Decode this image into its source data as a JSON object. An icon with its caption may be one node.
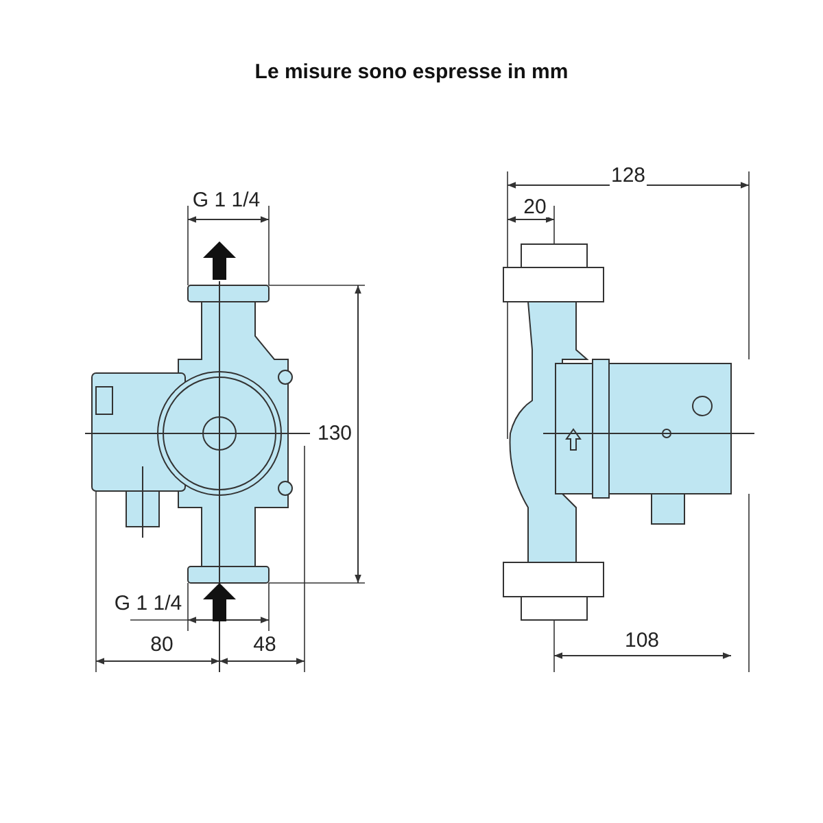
{
  "diagram": {
    "title": "Le misure sono espresse in mm",
    "labels": [
      "G 1 1/4",
      "128",
      "20",
      "130",
      "G 1 1/4",
      "80",
      "48",
      "108"
    ]
  }
}
